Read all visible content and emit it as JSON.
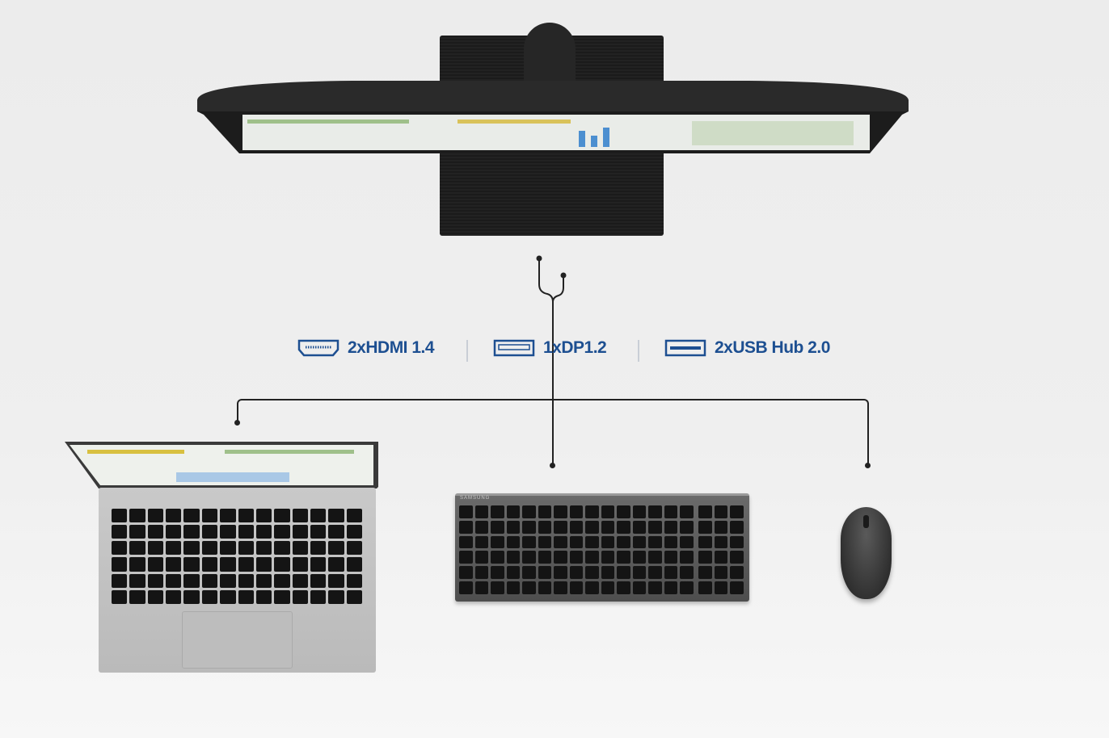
{
  "ports": [
    {
      "label": "2xHDMI 1.4",
      "icon": "hdmi-port-icon"
    },
    {
      "label": "1xDP1.2",
      "icon": "displayport-icon"
    },
    {
      "label": "2xUSB Hub 2.0",
      "icon": "usb-port-icon"
    }
  ],
  "devices": [
    "laptop",
    "keyboard",
    "mouse"
  ],
  "keyboard_logo": "SAMSUNG",
  "colors": {
    "accent": "#1d4f91",
    "device_dark": "#1e1e1e",
    "separator": "#c9ced6"
  }
}
